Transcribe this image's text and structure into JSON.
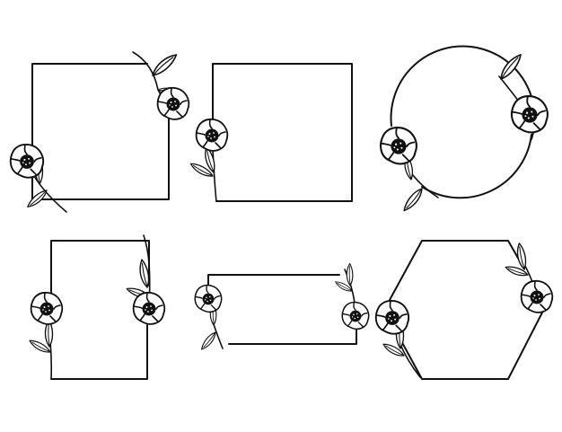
{
  "colors": {
    "background": "#ffffff",
    "ink": "#111111"
  },
  "frames": [
    {
      "id": "square-1",
      "shape": "square"
    },
    {
      "id": "square-2",
      "shape": "square"
    },
    {
      "id": "circle",
      "shape": "circle"
    },
    {
      "id": "tall-rectangle",
      "shape": "rectangle"
    },
    {
      "id": "wide-rectangle",
      "shape": "rectangle"
    },
    {
      "id": "hexagon",
      "shape": "hexagon"
    }
  ]
}
